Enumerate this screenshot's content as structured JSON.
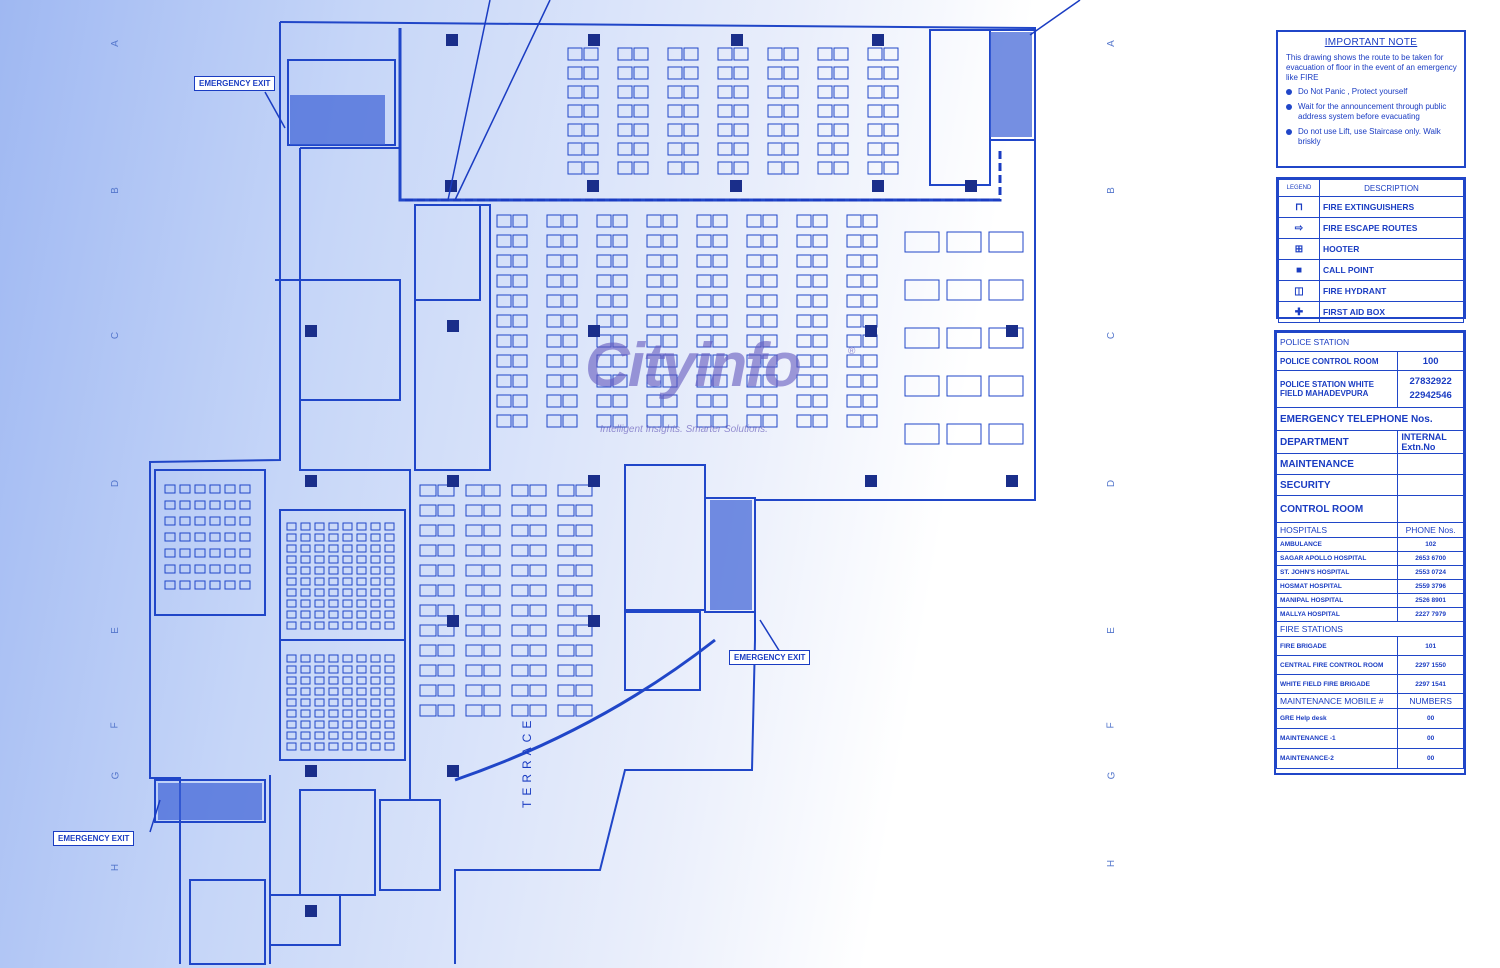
{
  "important_note": {
    "title": "IMPORTANT NOTE",
    "intro": "This drawing shows the route to be taken for evacuation of floor in the event of an emergency like    FIRE",
    "bullets": [
      "Do Not Panic , Protect yourself",
      "Wait for the announcement through public address system before evacuating",
      "Do not use Lift, use Staircase only. Walk briskly"
    ]
  },
  "legend": {
    "header_left": "LEGEND",
    "header_right": "DESCRIPTION",
    "items": [
      {
        "icon": "fire-extinguisher-icon",
        "glyph": "⊓",
        "label": "FIRE EXTINGUISHERS"
      },
      {
        "icon": "escape-arrow-icon",
        "glyph": "⇨",
        "label": "FIRE ESCAPE ROUTES"
      },
      {
        "icon": "hooter-icon",
        "glyph": "⊞",
        "label": "HOOTER"
      },
      {
        "icon": "call-point-icon",
        "glyph": "■",
        "label": "CALL POINT"
      },
      {
        "icon": "fire-hydrant-icon",
        "glyph": "◫",
        "label": "FIRE HYDRANT"
      },
      {
        "icon": "first-aid-icon",
        "glyph": "✚",
        "label": "FIRST AID BOX"
      }
    ]
  },
  "emergency": {
    "police_header": "POLICE STATION",
    "police_control_label": "POLICE CONTROL ROOM",
    "police_control_num": "100",
    "police_station_label": "POLICE STATION WHITE FIELD MAHADEVPURA",
    "police_station_num1": "27832922",
    "police_station_num2": "22942546",
    "emergency_tel": "EMERGENCY TELEPHONE Nos.",
    "dept_label": "DEPARTMENT",
    "internal_label": "INTERNAL Extn.No",
    "departments": [
      "MAINTENANCE",
      "SECURITY",
      "CONTROL ROOM"
    ],
    "hospitals_label": "HOSPITALS",
    "phone_label": "PHONE Nos.",
    "hospitals": [
      {
        "name": "AMBULANCE",
        "phone": "102"
      },
      {
        "name": "SAGAR APOLLO HOSPITAL",
        "phone": "2653 6700"
      },
      {
        "name": "ST. JOHN'S HOSPITAL",
        "phone": "2553 0724"
      },
      {
        "name": "HOSMAT HOSPITAL",
        "phone": "2559 3796"
      },
      {
        "name": "MANIPAL HOSPITAL",
        "phone": "2526 8901"
      },
      {
        "name": "MALLYA HOSPITAL",
        "phone": "2227 7979"
      }
    ],
    "fire_label": "FIRE STATIONS",
    "fire": [
      {
        "name": "FIRE BRIGADE",
        "phone": "101"
      },
      {
        "name": "CENTRAL FIRE CONTROL ROOM",
        "phone": "2297 1550"
      },
      {
        "name": "WHITE FIELD FIRE BRIGADE",
        "phone": "2297 1541"
      }
    ],
    "maint_label": "MAINTENANCE   MOBILE #",
    "numbers_label": "NUMBERS",
    "maint": [
      {
        "name": "GRE Help desk",
        "num": "00"
      },
      {
        "name": "MAINTENANCE -1",
        "num": "00"
      },
      {
        "name": "MAINTENANCE-2",
        "num": "00"
      }
    ]
  },
  "plan": {
    "exit_labels": [
      "EMERGENCY EXIT",
      "EMERGENCY EXIT",
      "EMERGENCY EXIT"
    ],
    "terrace": "TERRACE",
    "grid_left": [
      "A",
      "B",
      "C",
      "D",
      "E",
      "F",
      "G",
      "H"
    ],
    "grid_right": [
      "A",
      "B",
      "C",
      "D",
      "E",
      "F",
      "G",
      "H"
    ]
  },
  "watermark": {
    "logo": "Cityinfo",
    "reg": "®",
    "tagline": "Intelligent Insights. Smarter Solutions."
  },
  "colors": {
    "line": "#2046c8",
    "accent": "#1a3cc2"
  }
}
